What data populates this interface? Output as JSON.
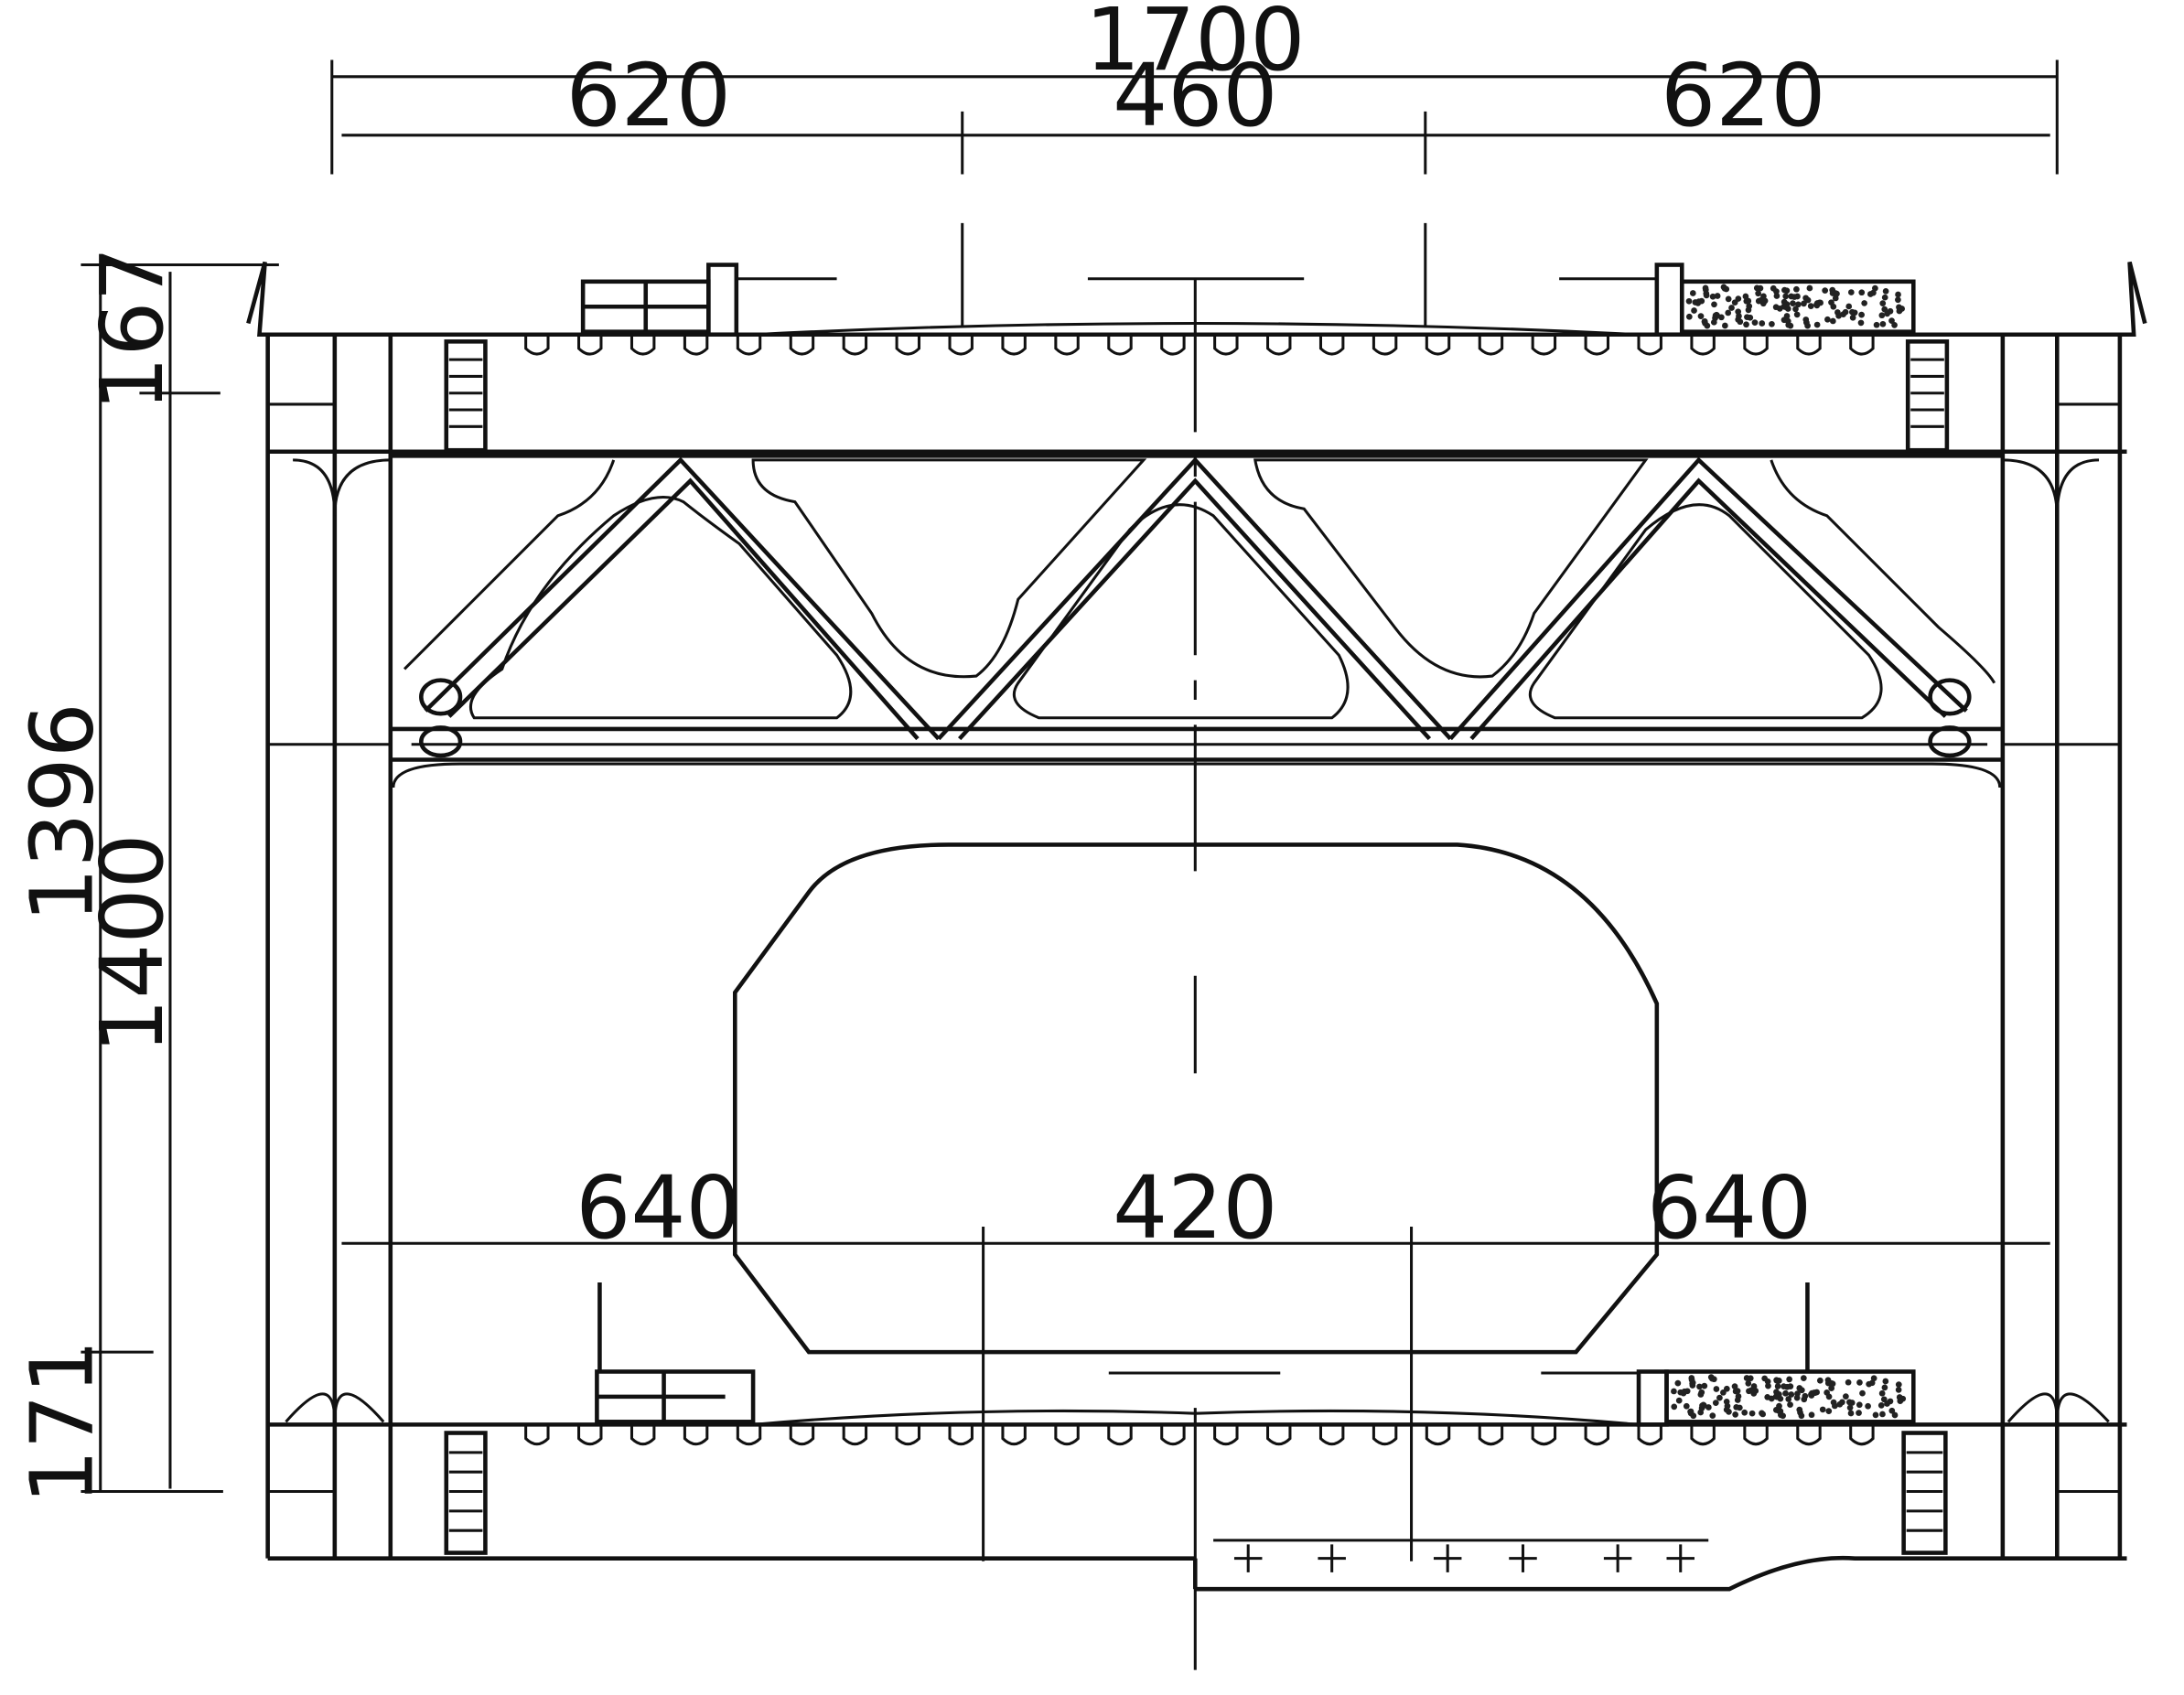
{
  "dimensions": {
    "top_overall": "1700",
    "top_left": "620",
    "top_middle": "460",
    "top_right": "620",
    "bottom_left": "640",
    "bottom_middle": "420",
    "bottom_right": "640",
    "left_overall": "1396",
    "left_inner": "1400",
    "left_top_segment": "167",
    "left_bottom_segment": "171"
  },
  "colors": {
    "line": "#111111",
    "background": "#ffffff"
  }
}
